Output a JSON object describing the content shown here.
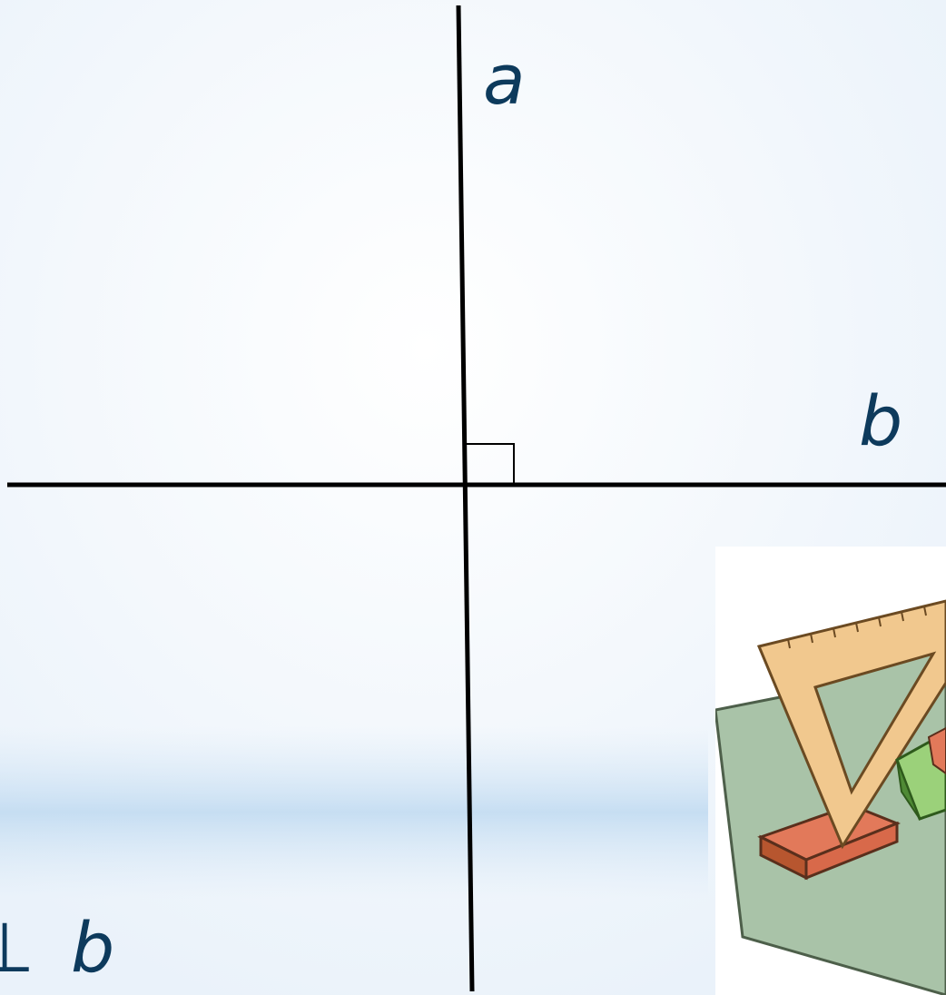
{
  "labels": {
    "line_a": "a",
    "line_b": "b",
    "caption_symbol": "⊥",
    "caption_var": "b"
  },
  "colors": {
    "label_text": "#0d3a5c",
    "line": "#000000",
    "background": "#f4f8fc"
  },
  "clipart": {
    "description_icon": "geometry-tools-icon"
  }
}
